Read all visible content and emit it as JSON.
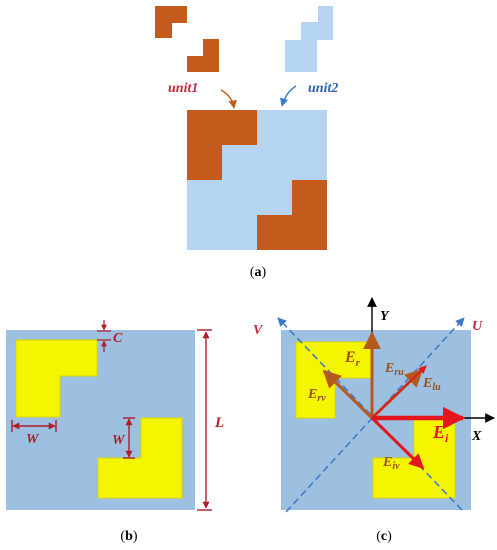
{
  "panel_a": {
    "unit1_label": "unit1",
    "unit2_label": "unit2",
    "caption_open": "(",
    "caption_letter": "a",
    "caption_close": ")"
  },
  "panel_b": {
    "label_c": "C",
    "label_w_top": "W",
    "label_w_mid": "W",
    "label_l": "L",
    "caption_open": "(",
    "caption_letter": "b",
    "caption_close": ")"
  },
  "panel_c": {
    "axis_y": "Y",
    "axis_x": "X",
    "axis_u": "U",
    "axis_v": "V",
    "e_r_main": "E",
    "e_r_sub": "r",
    "e_ru_main": "E",
    "e_ru_sub": "ru",
    "e_lu_main": "E",
    "e_lu_sub": "lu",
    "e_rv_main": "E",
    "e_rv_sub": "rv",
    "e_iv_main": "E",
    "e_iv_sub": "iv",
    "e_i_main": "E",
    "e_i_sub": "i",
    "caption_open": "(",
    "caption_letter": "c",
    "caption_close": ")"
  },
  "colors": {
    "unit1_fill": "#c45a1c",
    "unit2_fill": "#b5d4f2",
    "panel_bg": "#9dbfe0",
    "patch_yellow": "#f5f500",
    "dim_red": "#b01c2a",
    "arrow_red": "#e3161e",
    "vector_orange": "#b45a1e",
    "diag_blue": "#3a78c8",
    "axis_black": "#000000",
    "label_red": "#c0283c",
    "label_blue": "#3060b0",
    "label_vec": "#9c5016",
    "label_ei": "#e3161e"
  }
}
